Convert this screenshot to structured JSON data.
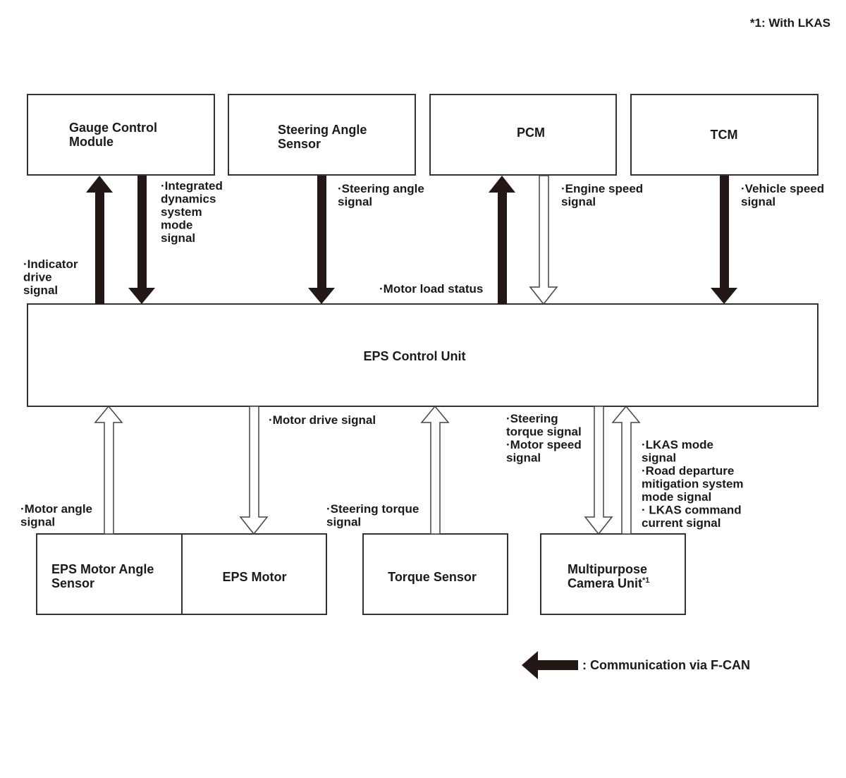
{
  "footnote": "*1: With LKAS",
  "boxes": {
    "gauge": [
      "Gauge Control",
      "Module"
    ],
    "steering_angle_sensor": [
      "Steering Angle",
      "Sensor"
    ],
    "pcm": "PCM",
    "tcm": "TCM",
    "eps_control_unit": "EPS Control Unit",
    "eps_motor_angle_sensor": [
      "EPS Motor Angle",
      "Sensor"
    ],
    "eps_motor": "EPS Motor",
    "torque_sensor": "Torque Sensor",
    "camera": [
      "Multipurpose",
      "Camera Unit"
    ],
    "camera_superscript": "*1"
  },
  "signals": {
    "indicator_drive": [
      "·Indicator",
      "drive",
      "signal"
    ],
    "integrated_dynamics": [
      "·Integrated",
      "dynamics",
      "system",
      "mode",
      "signal"
    ],
    "steering_angle": [
      "·Steering angle",
      "signal"
    ],
    "motor_load_status": "·Motor load status",
    "engine_speed": [
      "·Engine speed",
      "signal"
    ],
    "vehicle_speed": [
      "·Vehicle speed",
      "signal"
    ],
    "motor_angle": [
      "·Motor angle",
      "signal"
    ],
    "motor_drive": "·Motor drive signal",
    "steering_torque": [
      "·Steering torque",
      "signal"
    ],
    "torque_motor_speed": [
      "·Steering",
      "torque signal",
      "·Motor speed",
      "signal"
    ],
    "lkas": [
      "·LKAS mode",
      "signal",
      "·Road departure",
      "mitigation system",
      "mode signal",
      "· LKAS command",
      "current signal"
    ]
  },
  "legend": {
    "label": ": Communication via F-CAN",
    "arrow_style": "solid-black"
  },
  "colors": {
    "solid_arrow": "#231815",
    "box_stroke": "#333333",
    "text": "#1a1a1a"
  }
}
